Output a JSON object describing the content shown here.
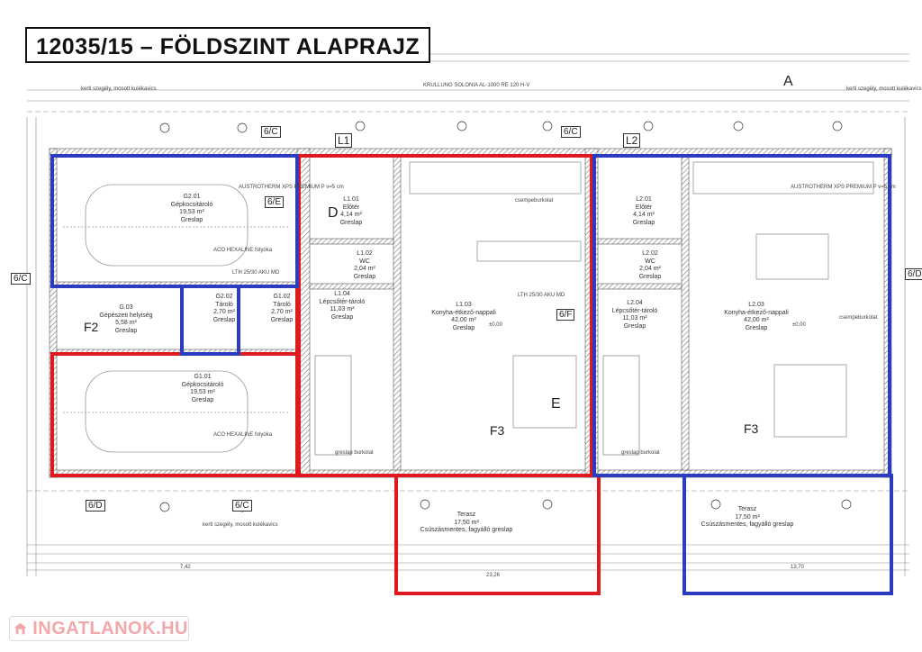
{
  "title": "12035/15 – FÖLDSZINT ALAPRAJZ",
  "colors": {
    "unit1": "#e0191f",
    "unit2": "#2b3cc0",
    "wall": "#8a8a8a"
  },
  "rooms": [
    {
      "code": "G2.01",
      "name": "Gépkocsitároló",
      "area": "19,53 m²",
      "floor": "Greslap"
    },
    {
      "code": "G.03",
      "name": "Gépészeti helyiség",
      "area": "5,58 m²",
      "floor": "Greslap"
    },
    {
      "code": "G2.02",
      "name": "Tároló",
      "area": "2,70 m²",
      "floor": "Greslap"
    },
    {
      "code": "G1.02",
      "name": "Tároló",
      "area": "2,70 m²",
      "floor": "Greslap"
    },
    {
      "code": "G1.01",
      "name": "Gépkocsitároló",
      "area": "19,53 m²",
      "floor": "Greslap"
    },
    {
      "code": "L1.01",
      "name": "Előtér",
      "area": "4,14 m²",
      "floor": "Greslap"
    },
    {
      "code": "L1.02",
      "name": "WC",
      "area": "2,04 m²",
      "floor": "Greslap"
    },
    {
      "code": "L1.04",
      "name": "Lépcsőtér-tároló",
      "area": "11,03 m²",
      "floor": "Greslap"
    },
    {
      "code": "L1.03",
      "name": "Konyha-étkező-nappali",
      "area": "42,00 m²",
      "floor": "Greslap"
    },
    {
      "code": "L2.01",
      "name": "Előtér",
      "area": "4,14 m²",
      "floor": "Greslap"
    },
    {
      "code": "L2.02",
      "name": "WC",
      "area": "2,04 m²",
      "floor": "Greslap"
    },
    {
      "code": "L2.04",
      "name": "Lépcsőtér-tároló",
      "area": "11,03 m²",
      "floor": "Greslap"
    },
    {
      "code": "L2.03",
      "name": "Konyha-étkező-nappali",
      "area": "42,00 m²",
      "floor": "Greslap"
    },
    {
      "code": "",
      "name": "Terasz",
      "area": "17,50 m²",
      "floor": "Csúszásmentes, fagyálló greslap"
    },
    {
      "code": "",
      "name": "Terasz",
      "area": "17,50 m²",
      "floor": "Csúszásmentes, fagyálló greslap"
    }
  ],
  "labels": {
    "f2": "F2",
    "f3a": "F3",
    "f3b": "F3",
    "e": "E",
    "d": "D",
    "a": "A",
    "l1": "L1",
    "l2": "L2"
  },
  "tags": {
    "c1": "6/C",
    "c2": "6/C",
    "e": "6/E",
    "f": "6/F",
    "d1": "6/D",
    "c3": "6/C",
    "c4": "6/C",
    "d2": "6/D"
  },
  "notes": {
    "austro1": "AUSTROTHERM XPS PREMIUM P v=5 cm",
    "austro2": "AUSTROTHERM XPS PREMIUM P v=5 cm",
    "aco1": "ACO HEXALINE folyóka",
    "aco2": "ACO HEXALINE folyóka",
    "lth1": "LTH 25/30 AKU MD",
    "lth2": "LTH 25/30 AKU MD",
    "kert1": "kerti szegély, mosott kulékavics",
    "kert2": "kerti szegély, mosott kulékavics",
    "kert3": "kerti szegély, mosott kulékavics",
    "krull": "KRULLUNG SOLONIA AL-1000 RE 120 H-V",
    "gres1": "greslap burkolat",
    "gres2": "greslap burkolat",
    "csempe1": "csempeburkolat",
    "csempe2": "csempeburkolat",
    "dim1": "23,26",
    "dim2": "13,70",
    "dim3": "7,42",
    "level1": "±0,00",
    "level2": "±0,00"
  },
  "logo": {
    "text": "INGATLANOK.HU"
  }
}
